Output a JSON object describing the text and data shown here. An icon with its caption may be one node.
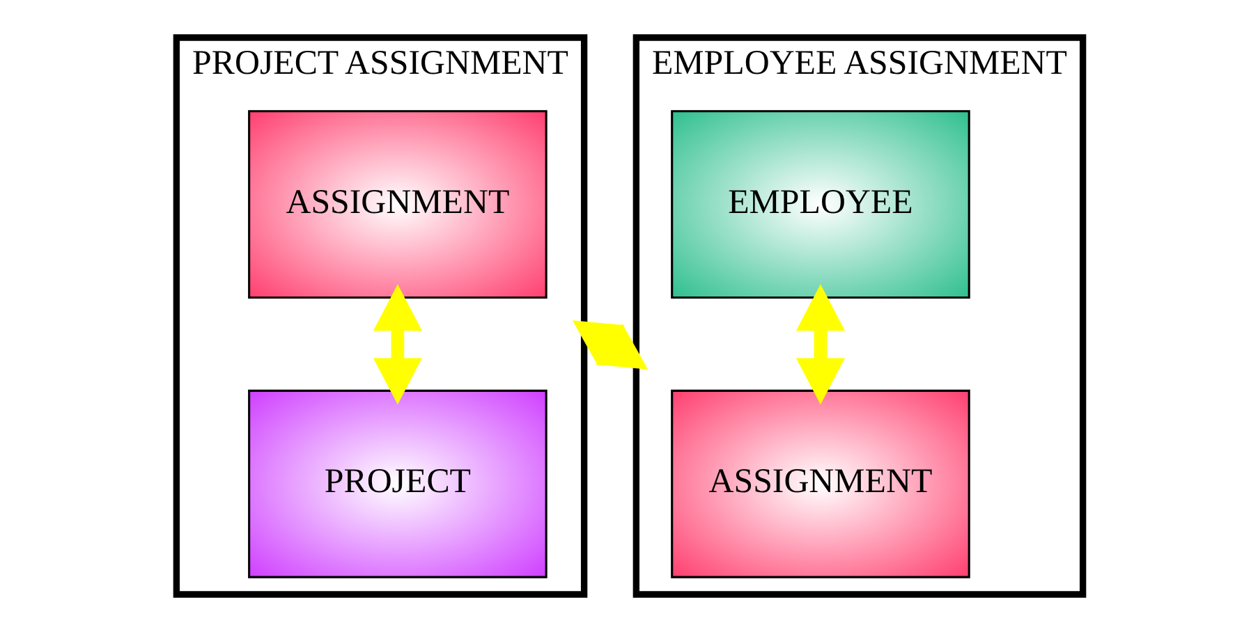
{
  "diagram": {
    "nodes": [
      {
        "text": [
          "PROJECT ASSIGNMENT"
        ]
      },
      {
        "text": [
          "PROJECT"
        ],
        "in": 0
      },
      {
        "text": [
          "ASSIGNMENT"
        ],
        "in": 0
      },
      {
        "text": [
          "EMPLOYEE ASSIGNMENT"
        ]
      },
      {
        "text": [
          "EMPLOYEE"
        ],
        "in": 3
      },
      {
        "text": [
          "ASSIGNMENT"
        ],
        "in": 3
      }
    ],
    "edges": [
      {
        "from": 2,
        "to": 1,
        "arrow": "both"
      },
      {
        "from": 4,
        "to": 5,
        "arrow": "both"
      },
      {
        "from": 0,
        "to": 3,
        "arrow": "both"
      }
    ]
  }
}
